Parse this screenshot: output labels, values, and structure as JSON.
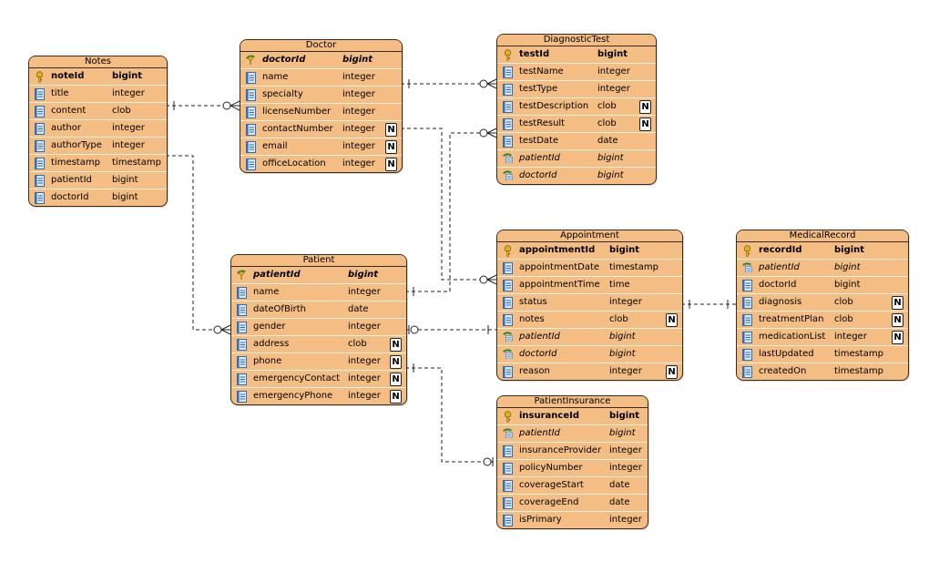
{
  "entities": [
    {
      "key": "notes",
      "name": "Notes",
      "columns": [
        {
          "name": "noteId",
          "type": "bigint",
          "kind": "pk"
        },
        {
          "name": "title",
          "type": "integer",
          "kind": "col"
        },
        {
          "name": "content",
          "type": "clob",
          "kind": "col"
        },
        {
          "name": "author",
          "type": "integer",
          "kind": "col"
        },
        {
          "name": "authorType",
          "type": "integer",
          "kind": "col"
        },
        {
          "name": "timestamp",
          "type": "timestamp",
          "kind": "col"
        },
        {
          "name": "patientId",
          "type": "bigint",
          "kind": "col"
        },
        {
          "name": "doctorId",
          "type": "bigint",
          "kind": "col"
        }
      ]
    },
    {
      "key": "doctor",
      "name": "Doctor",
      "columns": [
        {
          "name": "doctorId",
          "type": "bigint",
          "kind": "pkfk"
        },
        {
          "name": "name",
          "type": "integer",
          "kind": "col"
        },
        {
          "name": "specialty",
          "type": "integer",
          "kind": "col"
        },
        {
          "name": "licenseNumber",
          "type": "integer",
          "kind": "col"
        },
        {
          "name": "contactNumber",
          "type": "integer",
          "kind": "col",
          "nullable": "N"
        },
        {
          "name": "email",
          "type": "integer",
          "kind": "col",
          "nullable": "N"
        },
        {
          "name": "officeLocation",
          "type": "integer",
          "kind": "col",
          "nullable": "N"
        }
      ]
    },
    {
      "key": "diagnostic",
      "name": "DiagnosticTest",
      "columns": [
        {
          "name": "testId",
          "type": "bigint",
          "kind": "pk"
        },
        {
          "name": "testName",
          "type": "integer",
          "kind": "col"
        },
        {
          "name": "testType",
          "type": "integer",
          "kind": "col"
        },
        {
          "name": "testDescription",
          "type": "clob",
          "kind": "col",
          "nullable": "N"
        },
        {
          "name": "testResult",
          "type": "clob",
          "kind": "col",
          "nullable": "N"
        },
        {
          "name": "testDate",
          "type": "date",
          "kind": "col"
        },
        {
          "name": "patientId",
          "type": "bigint",
          "kind": "fk"
        },
        {
          "name": "doctorId",
          "type": "bigint",
          "kind": "fk"
        }
      ]
    },
    {
      "key": "patient",
      "name": "Patient",
      "columns": [
        {
          "name": "patientId",
          "type": "bigint",
          "kind": "pkfk"
        },
        {
          "name": "name",
          "type": "integer",
          "kind": "col"
        },
        {
          "name": "dateOfBirth",
          "type": "date",
          "kind": "col"
        },
        {
          "name": "gender",
          "type": "integer",
          "kind": "col"
        },
        {
          "name": "address",
          "type": "clob",
          "kind": "col",
          "nullable": "N"
        },
        {
          "name": "phone",
          "type": "integer",
          "kind": "col",
          "nullable": "N"
        },
        {
          "name": "emergencyContact",
          "type": "integer",
          "kind": "col",
          "nullable": "N"
        },
        {
          "name": "emergencyPhone",
          "type": "integer",
          "kind": "col",
          "nullable": "N"
        }
      ]
    },
    {
      "key": "appointment",
      "name": "Appointment",
      "columns": [
        {
          "name": "appointmentId",
          "type": "bigint",
          "kind": "pk"
        },
        {
          "name": "appointmentDate",
          "type": "timestamp",
          "kind": "col"
        },
        {
          "name": "appointmentTime",
          "type": "time",
          "kind": "col"
        },
        {
          "name": "status",
          "type": "integer",
          "kind": "col"
        },
        {
          "name": "notes",
          "type": "clob",
          "kind": "col",
          "nullable": "N"
        },
        {
          "name": "patientId",
          "type": "bigint",
          "kind": "fk"
        },
        {
          "name": "doctorId",
          "type": "bigint",
          "kind": "fk"
        },
        {
          "name": "reason",
          "type": "integer",
          "kind": "col",
          "nullable": "N"
        }
      ]
    },
    {
      "key": "medical",
      "name": "MedicalRecord",
      "columns": [
        {
          "name": "recordId",
          "type": "bigint",
          "kind": "pk"
        },
        {
          "name": "patientId",
          "type": "bigint",
          "kind": "fk"
        },
        {
          "name": "doctorId",
          "type": "bigint",
          "kind": "col"
        },
        {
          "name": "diagnosis",
          "type": "clob",
          "kind": "col",
          "nullable": "N"
        },
        {
          "name": "treatmentPlan",
          "type": "clob",
          "kind": "col",
          "nullable": "N"
        },
        {
          "name": "medicationList",
          "type": "integer",
          "kind": "col",
          "nullable": "N"
        },
        {
          "name": "lastUpdated",
          "type": "timestamp",
          "kind": "col"
        },
        {
          "name": "createdOn",
          "type": "timestamp",
          "kind": "col"
        }
      ]
    },
    {
      "key": "insurance",
      "name": "PatientInsurance",
      "columns": [
        {
          "name": "insuranceId",
          "type": "bigint",
          "kind": "pk"
        },
        {
          "name": "patientId",
          "type": "bigint",
          "kind": "fk"
        },
        {
          "name": "insuranceProvider",
          "type": "integer",
          "kind": "col"
        },
        {
          "name": "policyNumber",
          "type": "integer",
          "kind": "col"
        },
        {
          "name": "coverageStart",
          "type": "date",
          "kind": "col"
        },
        {
          "name": "coverageEnd",
          "type": "date",
          "kind": "col"
        },
        {
          "name": "isPrimary",
          "type": "integer",
          "kind": "col"
        }
      ]
    }
  ],
  "relationships": [
    {
      "name": "notes-doctor",
      "from": "notes",
      "to": "doctor",
      "from_card": "one",
      "to_card": "zero-many"
    },
    {
      "name": "doctor-diagnostic",
      "from": "doctor",
      "to": "diagnostic",
      "from_card": "one",
      "to_card": "zero-many"
    },
    {
      "name": "doctor-appointment",
      "from": "doctor",
      "to": "appointment",
      "from_card": "none",
      "to_card": "zero-many"
    },
    {
      "name": "patient-diagnostic",
      "from": "patient",
      "to": "diagnostic",
      "from_card": "one",
      "to_card": "zero-many"
    },
    {
      "name": "notes-patient",
      "from": "notes",
      "to": "patient",
      "from_card": "none",
      "to_card": "zero-many"
    },
    {
      "name": "patient-appointment",
      "from": "patient",
      "to": "appointment",
      "from_card": "zero-one",
      "to_card": "one"
    },
    {
      "name": "appointment-medical",
      "from": "appointment",
      "to": "medical",
      "from_card": "one",
      "to_card": "one"
    },
    {
      "name": "patient-insurance",
      "from": "patient",
      "to": "insurance",
      "from_card": "one",
      "to_card": "zero-one"
    }
  ],
  "colors": {
    "entity_fill": "#f3bd83",
    "border": "#3a2a1a",
    "key_icon": "#d4a017",
    "column_icon": "#2f6db5",
    "line": "#222222"
  }
}
